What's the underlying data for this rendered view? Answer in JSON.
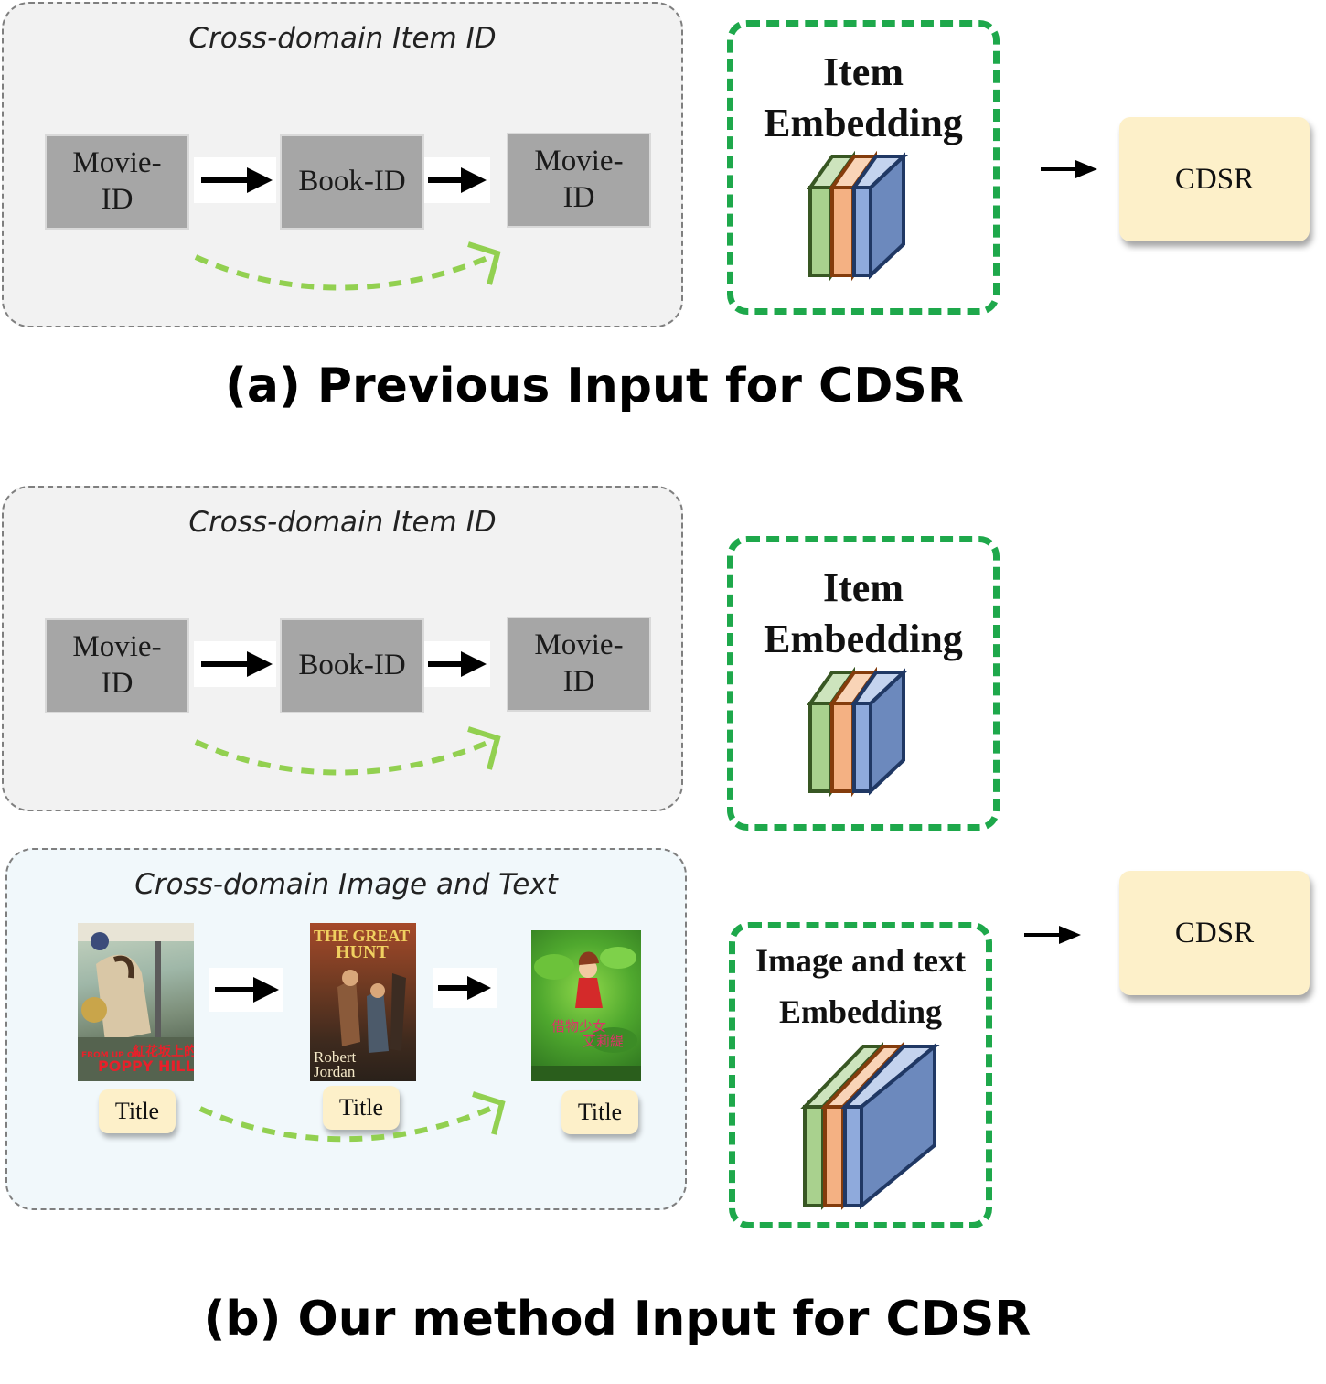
{
  "section_a": {
    "panel_title": "Cross-domain Item ID",
    "boxes": [
      "Movie-\nID",
      "Book-ID",
      "Movie-\nID"
    ],
    "embedding_title": "Item\nEmbedding",
    "cdsr_label": "CDSR",
    "caption": "(a) Previous Input for CDSR"
  },
  "section_b": {
    "id_panel_title": "Cross-domain Item ID",
    "boxes": [
      "Movie-\nID",
      "Book-ID",
      "Movie-\nID"
    ],
    "item_embedding_title": "Item\nEmbedding",
    "image_panel_title": "Cross-domain Image and Text",
    "posters": [
      {
        "name": "poster-from-up-on-poppy-hill",
        "texts": [
          "FROM UP ON",
          "POPPY HILL",
          "紅花坂上的海"
        ]
      },
      {
        "name": "poster-the-great-hunt",
        "texts": [
          "THE GREAT",
          "HUNT",
          "Robert",
          "Jordan"
        ]
      },
      {
        "name": "poster-arrietty",
        "texts": [
          "借物少女",
          "艾莉緹"
        ]
      }
    ],
    "title_chips": [
      "Title",
      "Title",
      "Title"
    ],
    "image_text_embedding_title": "Image and text\nEmbedding",
    "cdsr_label": "CDSR",
    "caption": "(b) Our method Input for CDSR"
  },
  "colors": {
    "panel_gray": "#f2f2f2",
    "panel_blue": "#f1f8fb",
    "id_box": "#a6a6a6",
    "embedding_border": "#1ea84b",
    "cdsr_fill": "#fdf0c9",
    "curve_green": "#92d050",
    "layer_green": "#a9d18e",
    "layer_orange": "#f4b183",
    "layer_blue": "#8faadc"
  }
}
